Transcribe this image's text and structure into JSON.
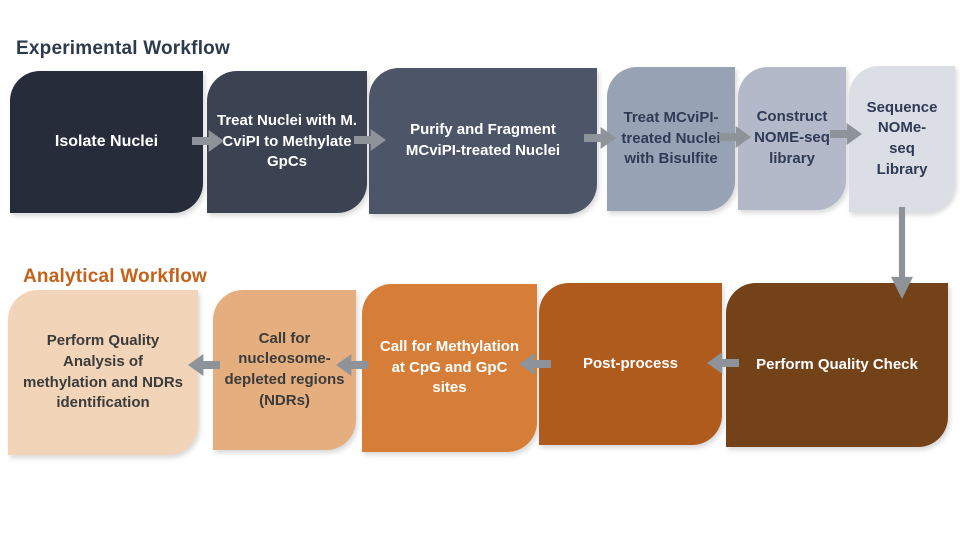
{
  "page": {
    "background": "#ffffff"
  },
  "experimental": {
    "title": "Experimental Workflow",
    "title_color": "#2E3A4E",
    "flow_direction": "right",
    "steps": [
      {
        "label": "Isolate Nuclei",
        "bg": "#272C3A",
        "text_color": "#ffffff"
      },
      {
        "label": "Treat Nuclei with M. CviPI to Methylate GpCs",
        "bg": "#3B4252",
        "text_color": "#ffffff"
      },
      {
        "label": "Purify and Fragment MCviPI-treated Nuclei",
        "bg": "#4C5668",
        "text_color": "#ffffff"
      },
      {
        "label": "Treat MCviPI-treated Nuclei with Bisulfite",
        "bg": "#98A2B5",
        "text_color": "#2F3B55"
      },
      {
        "label": "Construct NOME-seq library",
        "bg": "#B3B9C8",
        "text_color": "#2F3B55"
      },
      {
        "label": "Sequence NOMe-seq Library",
        "bg": "#DCDEE5",
        "text_color": "#2F3B55"
      }
    ]
  },
  "analytical": {
    "title": "Analytical Workflow",
    "title_color": "#C5621A",
    "flow_direction": "left",
    "steps": [
      {
        "label": "Perform Quality Analysis of methylation and NDRs identification",
        "bg": "#F2D5B8",
        "text_color": "#3B3B3B"
      },
      {
        "label": "Call for nucleosome-depleted regions (NDRs)",
        "bg": "#E5AE7E",
        "text_color": "#3B3B3B"
      },
      {
        "label": "Call for Methylation at CpG and GpC sites",
        "bg": "#D67E38",
        "text_color": "#ffffff"
      },
      {
        "label": "Post-process",
        "bg": "#AF5B1E",
        "text_color": "#ffffff"
      },
      {
        "label": "Perform Quality Check",
        "bg": "#744218",
        "text_color": "#ffffff"
      }
    ]
  },
  "icons": {
    "flow_right": "arrow-right",
    "flow_left": "arrow-left",
    "connector": "arrow-down",
    "arrow_color": "#8D9399"
  }
}
